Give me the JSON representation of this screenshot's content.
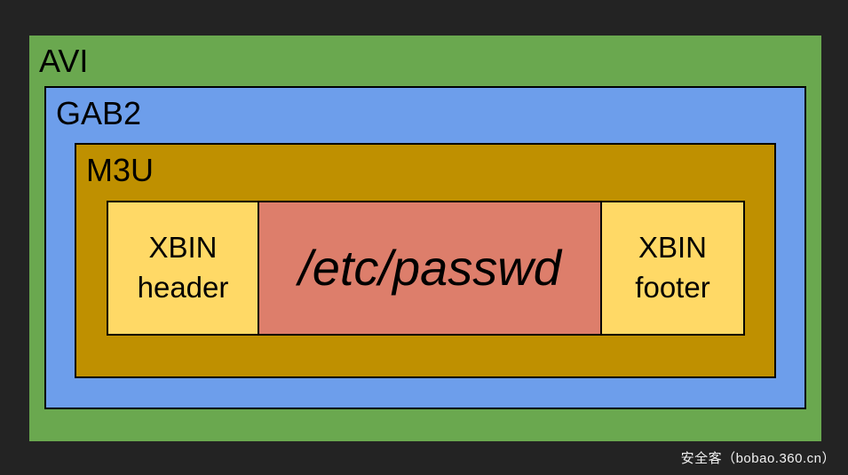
{
  "background_color": "#232323",
  "diagram": {
    "border_color": "#000000",
    "text_color": "#000000",
    "layers": [
      {
        "id": "avi",
        "label": "AVI",
        "color": "#6aa84f"
      },
      {
        "id": "gab2",
        "label": "GAB2",
        "color": "#6d9eeb"
      },
      {
        "id": "m3u",
        "label": "M3U",
        "color": "#bf9000"
      }
    ],
    "segments": [
      {
        "id": "xbin-header",
        "label": "XBIN header",
        "color": "#ffd966"
      },
      {
        "id": "etc-passwd",
        "label": "/etc/passwd",
        "color": "#dd7e6b"
      },
      {
        "id": "xbin-footer",
        "label": "XBIN footer",
        "color": "#ffd966"
      }
    ]
  },
  "watermark": {
    "text": "安全客（bobao.360.cn）",
    "color": "#f2f2f2"
  }
}
